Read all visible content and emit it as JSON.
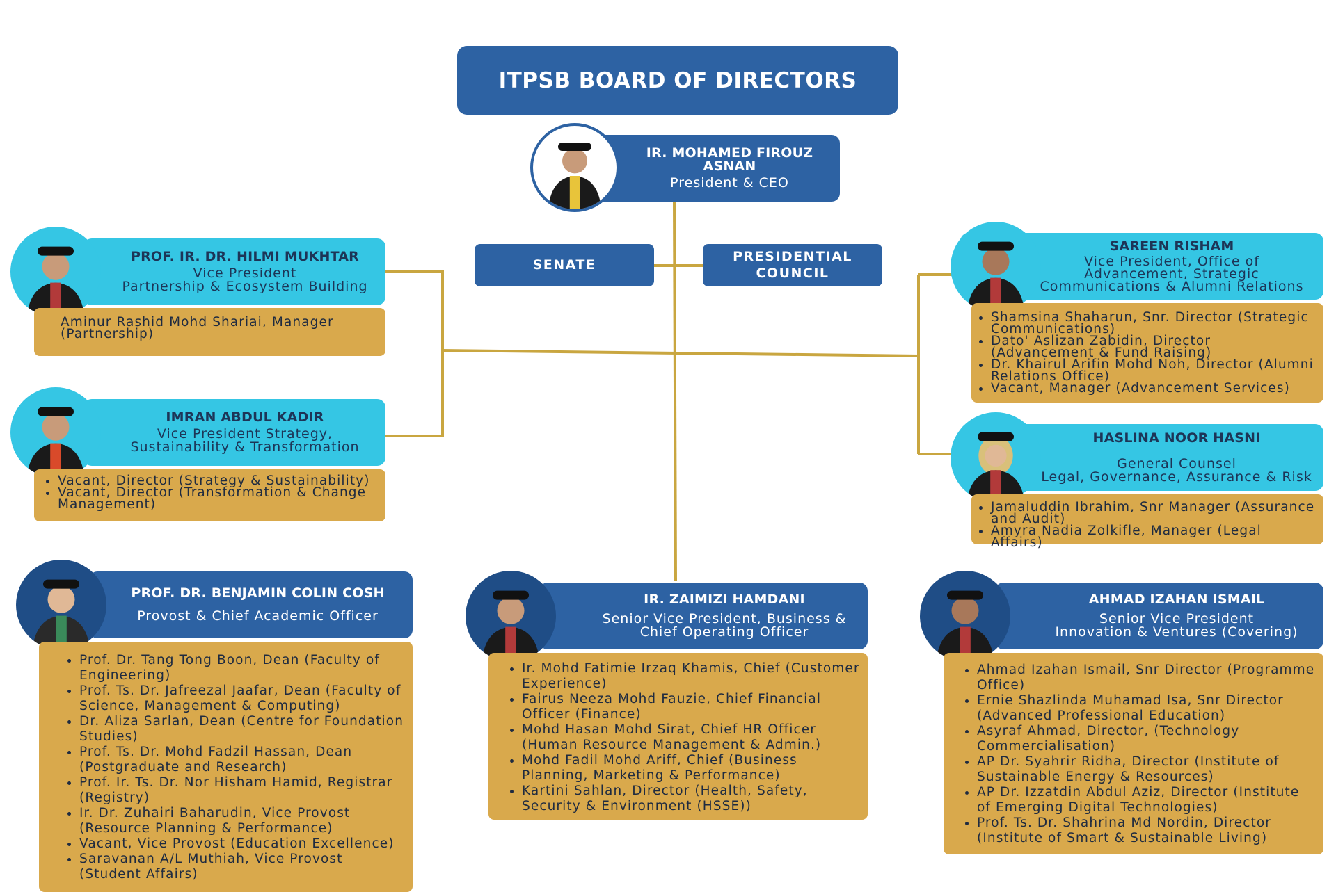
{
  "board": {
    "title": "ITPSB BOARD OF DIRECTORS"
  },
  "ceo": {
    "name": "IR. MOHAMED FIROUZ ASNAN",
    "title": "President & CEO"
  },
  "senate": {
    "label": "SENATE"
  },
  "council": {
    "label_line1": "PRESIDENTIAL",
    "label_line2": "COUNCIL"
  },
  "hilmi": {
    "name": "PROF. IR. DR. HILMI MUKHTAR",
    "title_line1": "Vice President",
    "title_line2": "Partnership & Ecosystem Building",
    "staff_line1": "Aminur Rashid Mohd Shariai, Manager",
    "staff_line2": "(Partnership)"
  },
  "imran": {
    "name": "IMRAN ABDUL KADIR",
    "title_line1": "Vice President Strategy,",
    "title_line2": "Sustainability & Transformation",
    "staff": [
      "Vacant, Director (Strategy & Sustainability)",
      "Vacant, Director (Transformation & Change Management)"
    ]
  },
  "sareen": {
    "name": "SAREEN RISHAM",
    "title": "Vice President, Office of Advancement, Strategic Communications & Alumni Relations",
    "staff": [
      "Shamsina Shaharun, Snr. Director (Strategic Communications)",
      "Dato' Aslizan Zabidin, Director (Advancement & Fund Raising)",
      "Dr. Khairul Arifin Mohd Noh, Director (Alumni Relations Office)",
      "Vacant, Manager (Advancement Services)"
    ]
  },
  "haslina": {
    "name": "HASLINA NOOR HASNI",
    "title_line1": "General Counsel",
    "title_line2": "Legal, Governance, Assurance & Risk",
    "staff": [
      "Jamaluddin Ibrahim, Snr Manager (Assurance and Audit)",
      "Amyra Nadia Zolkifle, Manager (Legal Affairs)"
    ]
  },
  "benjamin": {
    "name": "PROF. DR. BENJAMIN COLIN COSH",
    "title": "Provost & Chief Academic Officer",
    "staff": [
      "Prof. Dr. Tang Tong Boon, Dean (Faculty of Engineering)",
      "Prof. Ts. Dr. Jafreezal Jaafar, Dean (Faculty of Science, Management & Computing)",
      "Dr. Aliza Sarlan, Dean (Centre for Foundation Studies)",
      "Prof. Ts. Dr. Mohd Fadzil Hassan, Dean (Postgraduate and Research)",
      "Prof. Ir. Ts. Dr. Nor Hisham Hamid, Registrar (Registry)",
      "Ir. Dr. Zuhairi Baharudin, Vice Provost (Resource Planning & Performance)",
      "Vacant, Vice Provost (Education Excellence)",
      "Saravanan A/L Muthiah, Vice Provost (Student Affairs)"
    ]
  },
  "zaimizi": {
    "name": "IR. ZAIMIZI HAMDANI",
    "title_line1": "Senior Vice President, Business &",
    "title_line2": "Chief Operating Officer",
    "staff": [
      "Ir. Mohd Fatimie Irzaq Khamis, Chief (Customer Experience)",
      "Fairus Neeza Mohd Fauzie, Chief Financial Officer (Finance)",
      "Mohd Hasan Mohd Sirat, Chief HR Officer (Human Resource Management & Admin.)",
      "Mohd Fadil Mohd Ariff, Chief (Business Planning, Marketing & Performance)",
      "Kartini Sahlan, Director (Health, Safety, Security & Environment (HSSE))"
    ]
  },
  "ahmad": {
    "name": "AHMAD IZAHAN ISMAIL",
    "title_line1": "Senior Vice President",
    "title_line2": "Innovation & Ventures (Covering)",
    "staff": [
      "Ahmad Izahan Ismail, Snr Director (Programme Office)",
      "Ernie Shazlinda Muhamad Isa, Snr Director (Advanced Professional Education)",
      "Asyraf Ahmad, Director, (Technology Commercialisation)",
      "AP Dr. Syahrir Ridha, Director (Institute of Sustainable Energy & Resources)",
      "AP Dr. Izzatdin Abdul Aziz, Director (Institute of Emerging Digital Technologies)",
      "Prof. Ts. Dr. Shahrina Md Nordin, Director (Institute of Smart & Sustainable Living)"
    ]
  },
  "colors": {
    "navy": "#2d62a3",
    "cyan": "#35c6e4",
    "gold": "#d9a94c",
    "connector": "#c9a640"
  }
}
